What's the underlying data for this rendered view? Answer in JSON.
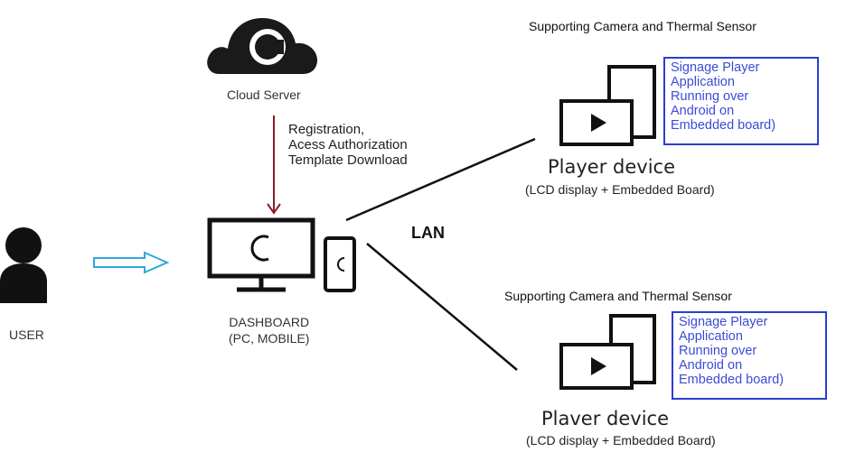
{
  "cloud": {
    "label": "Cloud Server",
    "glyph": "C"
  },
  "arrow_label": [
    "Registration,",
    "Acess Authorization",
    "Template Download"
  ],
  "user": {
    "label": "USER"
  },
  "dashboard": {
    "line1": "DASHBOARD",
    "line2": "(PC, MOBILE)",
    "glyph": "C"
  },
  "lan_label": "LAN",
  "players": [
    {
      "header": "Supporting Camera and Thermal Sensor",
      "box_lines": [
        "Signage Player",
        "Application",
        "Running over",
        "Android on",
        "Embedded board)"
      ],
      "title": "Player device",
      "subtitle": "(LCD display + Embedded Board)"
    },
    {
      "header": "Supporting Camera and Thermal Sensor",
      "box_lines": [
        "Signage Player",
        "Application",
        "Running over",
        "Android on",
        "Embedded board)"
      ],
      "title": "Plaver device",
      "subtitle": "(LCD display + Embedded Board)"
    }
  ],
  "colors": {
    "down_arrow": "#8b1a2b",
    "right_arrow": "#2fa8d8",
    "box_border": "#2a3fcf",
    "box_text": "#3a4bd8"
  }
}
